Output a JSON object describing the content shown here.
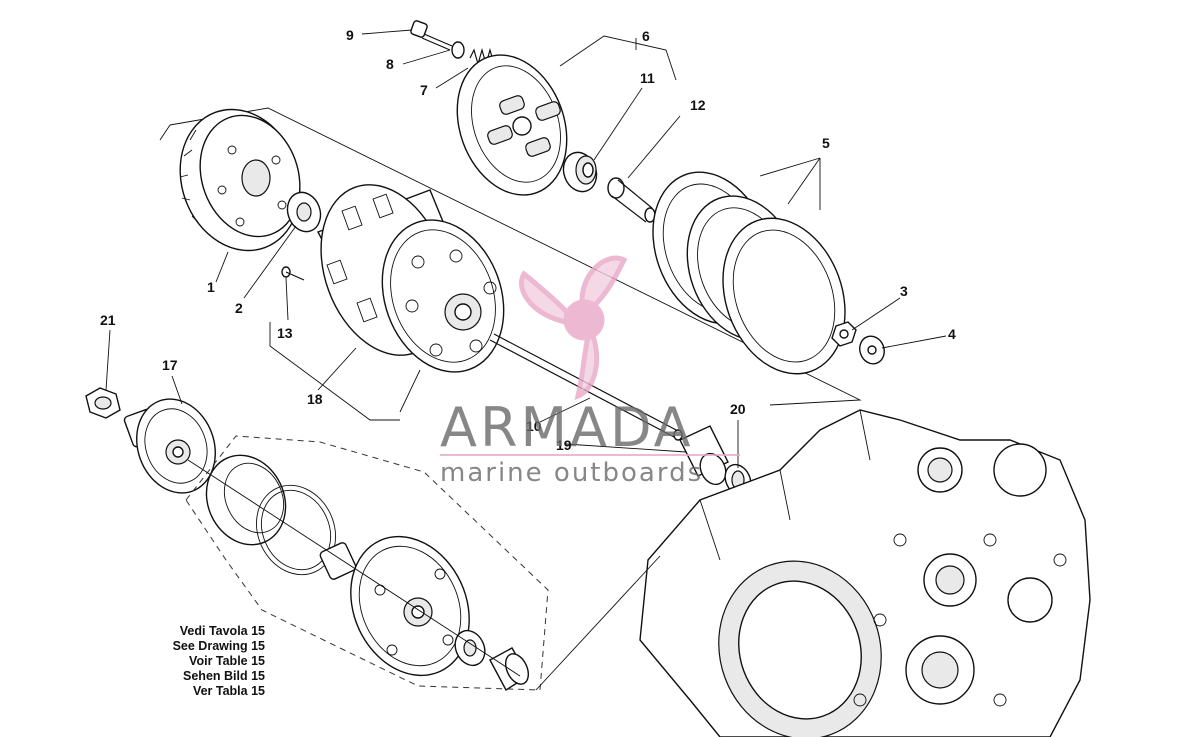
{
  "callouts": {
    "c1": "1",
    "c2": "2",
    "c3": "3",
    "c4": "4",
    "c5": "5",
    "c6": "6",
    "c7": "7",
    "c8": "8",
    "c9": "9",
    "c10": "10",
    "c11": "11",
    "c12": "12",
    "c13": "13",
    "c17": "17",
    "c18": "18",
    "c19": "19",
    "c20": "20",
    "c21": "21"
  },
  "reference_note": {
    "it": "Vedi Tavola 15",
    "en": "See Drawing 15",
    "fr": "Voir Table 15",
    "de": "Sehen Bild 15",
    "es": "Ver Tabla 15"
  },
  "watermark": {
    "brand": "ARMADA",
    "tagline": "marine outboards",
    "brand_color": "#6a6a6a",
    "logo_color": "#e8a7c8"
  },
  "colors": {
    "line": "#111111",
    "background": "#ffffff"
  }
}
